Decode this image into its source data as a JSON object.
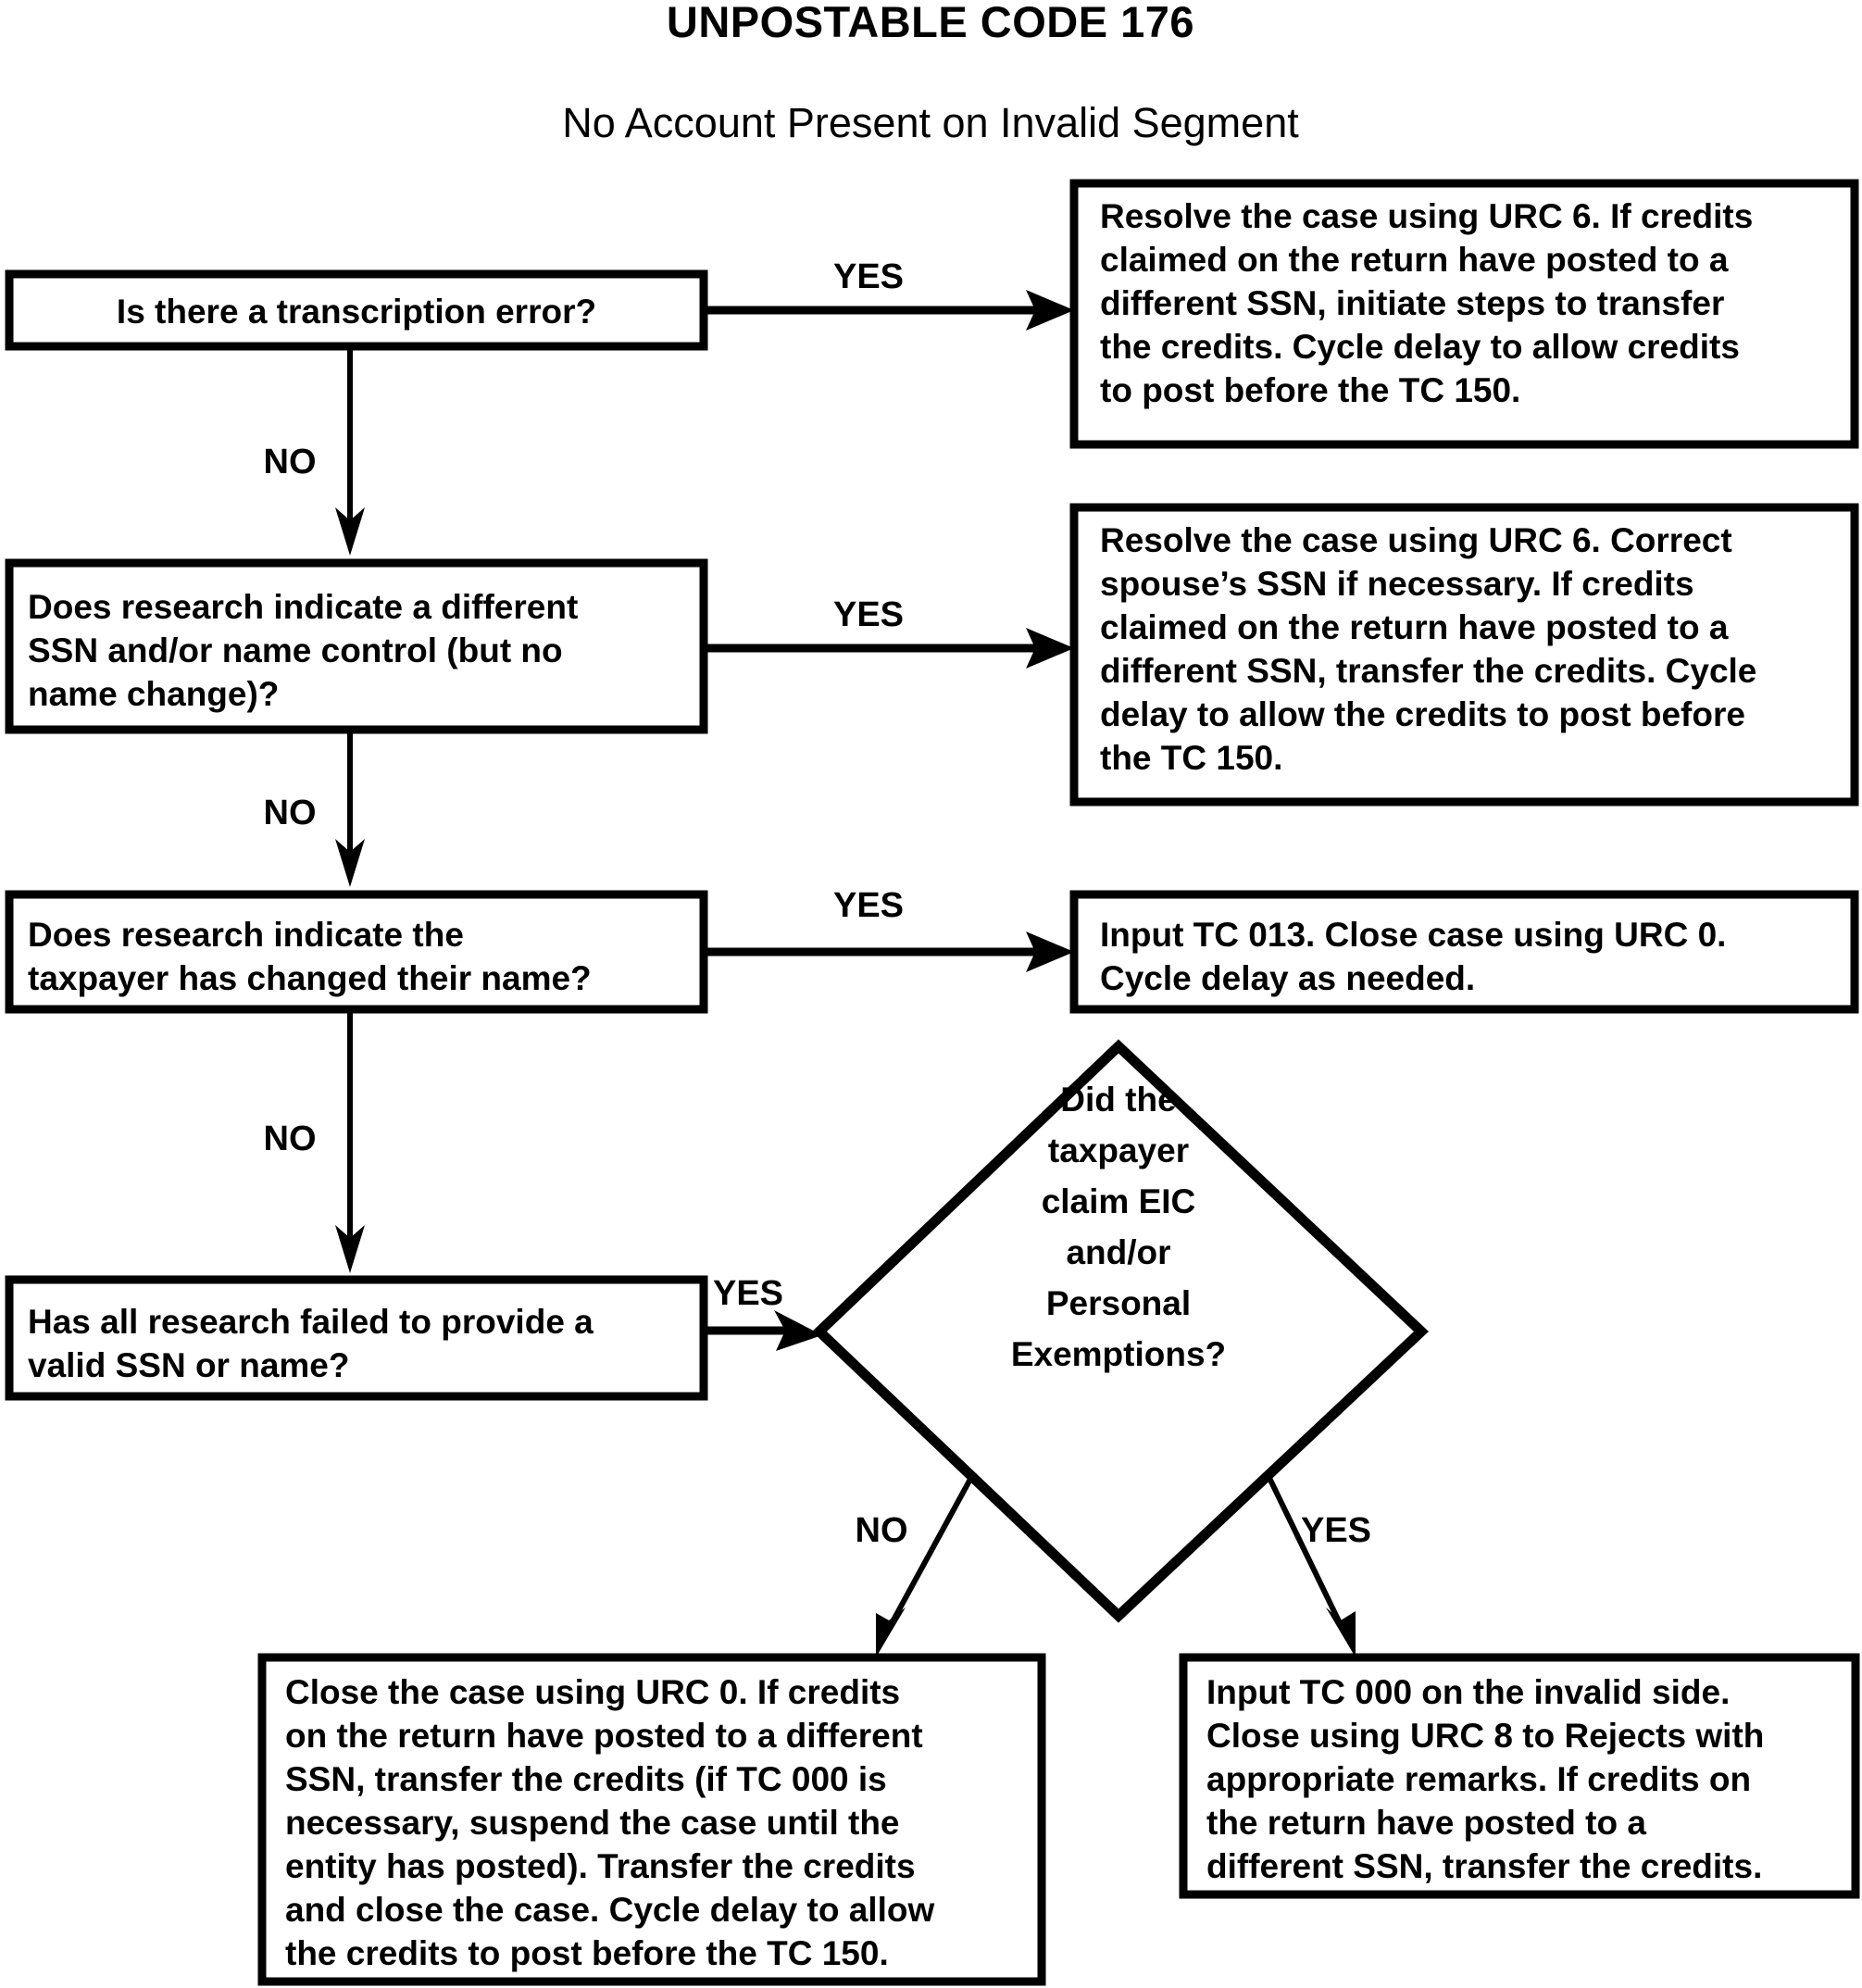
{
  "document": {
    "title": "UNPOSTABLE CODE 176",
    "subtitle": "No Account Present on Invalid Segment"
  },
  "flowchart": {
    "decisions": [
      {
        "id": "d1",
        "line1": "Is there a transcription error?",
        "yes_label": "YES",
        "no_label": "NO"
      },
      {
        "id": "d2",
        "line1": "Does research indicate a different",
        "line2": "SSN and/or name control (but no",
        "line3": "name change)?",
        "yes_label": "YES",
        "no_label": "NO"
      },
      {
        "id": "d3",
        "line1": "Does research indicate the",
        "line2": "taxpayer has changed their name?",
        "yes_label": "YES",
        "no_label": "NO"
      },
      {
        "id": "d4",
        "line1": "Has all research failed to provide a",
        "line2": "valid SSN or name?",
        "yes_label": "YES"
      }
    ],
    "diamond": {
      "id": "dia1",
      "line1": "Did the",
      "line2": "taxpayer",
      "line3": "claim EIC",
      "line4": "and/or",
      "line5": "Personal",
      "line6": "Exemptions?",
      "no_label": "NO",
      "yes_label": "YES"
    },
    "actions": [
      {
        "id": "a1",
        "line1": "Resolve the case using URC 6. If credits",
        "line2": "claimed on the return have posted to a",
        "line3": "different SSN, initiate steps to transfer",
        "line4": "the credits. Cycle delay to allow credits",
        "line5": "to post before the TC 150."
      },
      {
        "id": "a2",
        "line1": "Resolve the case using URC 6. Correct",
        "line2": "spouse’s SSN if necessary. If credits",
        "line3": "claimed on the return have posted to a",
        "line4": "different SSN, transfer the credits. Cycle",
        "line5": "delay to allow the credits to post before",
        "line6": "the TC 150."
      },
      {
        "id": "a3",
        "line1": "Input TC 013. Close case using URC 0.",
        "line2": "Cycle delay as needed."
      },
      {
        "id": "a4",
        "line1": "Close the case using URC 0. If credits",
        "line2": "on the return have posted to a different",
        "line3": "SSN, transfer the credits (if TC 000 is",
        "line4": "necessary, suspend the case until the",
        "line5": "entity has posted). Transfer the credits",
        "line6": "and close the case. Cycle delay to allow",
        "line7": "the credits to post before the TC 150."
      },
      {
        "id": "a5",
        "line1": "Input TC 000 on the invalid side.",
        "line2": "Close using URC 8 to Rejects with",
        "line3": "appropriate remarks. If credits on",
        "line4": "the return have posted to a",
        "line5": "different SSN, transfer the credits."
      }
    ]
  },
  "colors": {
    "background": "#ffffff",
    "stroke": "#000000",
    "text": "#000000"
  }
}
